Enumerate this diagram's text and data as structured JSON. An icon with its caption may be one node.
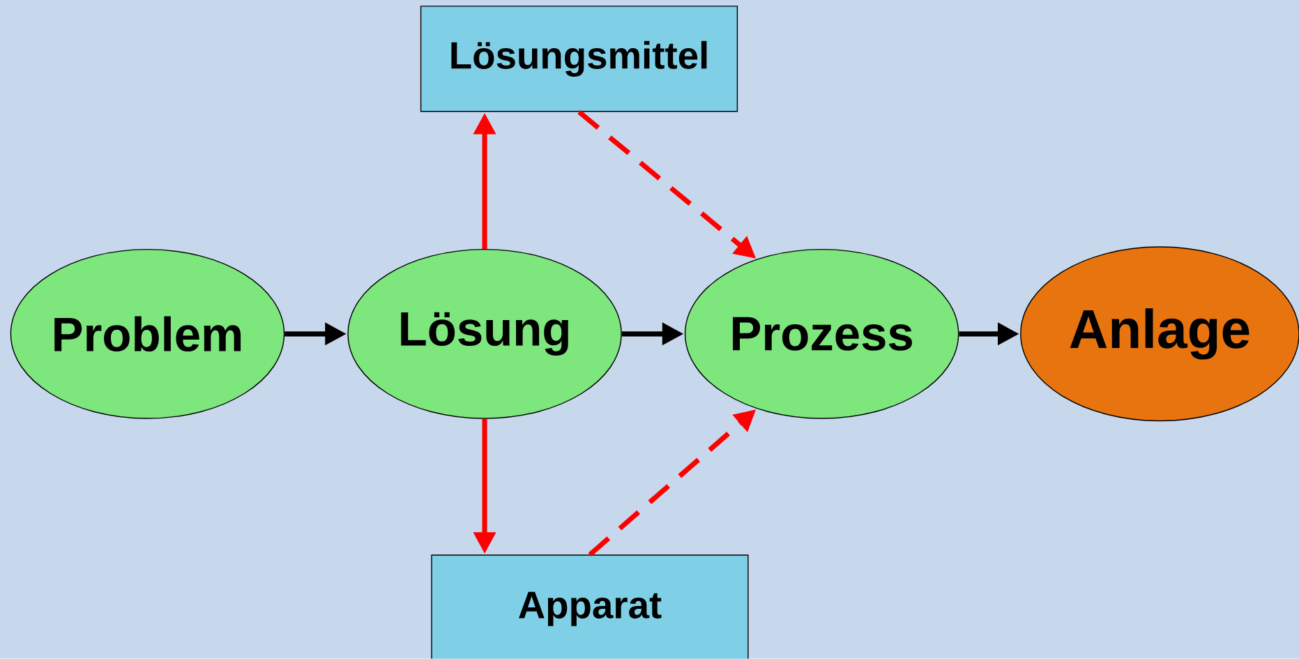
{
  "diagram": {
    "nodes": [
      {
        "text": [
          "Lösungsmittel"
        ]
      },
      {
        "text": [
          "Problem"
        ]
      },
      {
        "text": [
          "Lösung"
        ]
      },
      {
        "text": [
          "Prozess"
        ]
      },
      {
        "text": [
          "Anlage"
        ]
      },
      {
        "text": [
          "Apparat"
        ]
      }
    ],
    "edges": [
      {
        "from": 1,
        "to": 2,
        "arrow": "to",
        "color": "#000000"
      },
      {
        "from": 2,
        "to": 3,
        "arrow": "to",
        "color": "#000000"
      },
      {
        "from": 3,
        "to": 4,
        "arrow": "to",
        "color": "#000000"
      },
      {
        "from": 2,
        "to": 0,
        "arrow": "to"
      },
      {
        "from": 2,
        "to": 5,
        "arrow": "to"
      },
      {
        "from": 0,
        "to": 3,
        "arrow": "to",
        "style": "dashed"
      },
      {
        "from": 5,
        "to": 3,
        "arrow": "to",
        "style": "dashed"
      }
    ]
  }
}
